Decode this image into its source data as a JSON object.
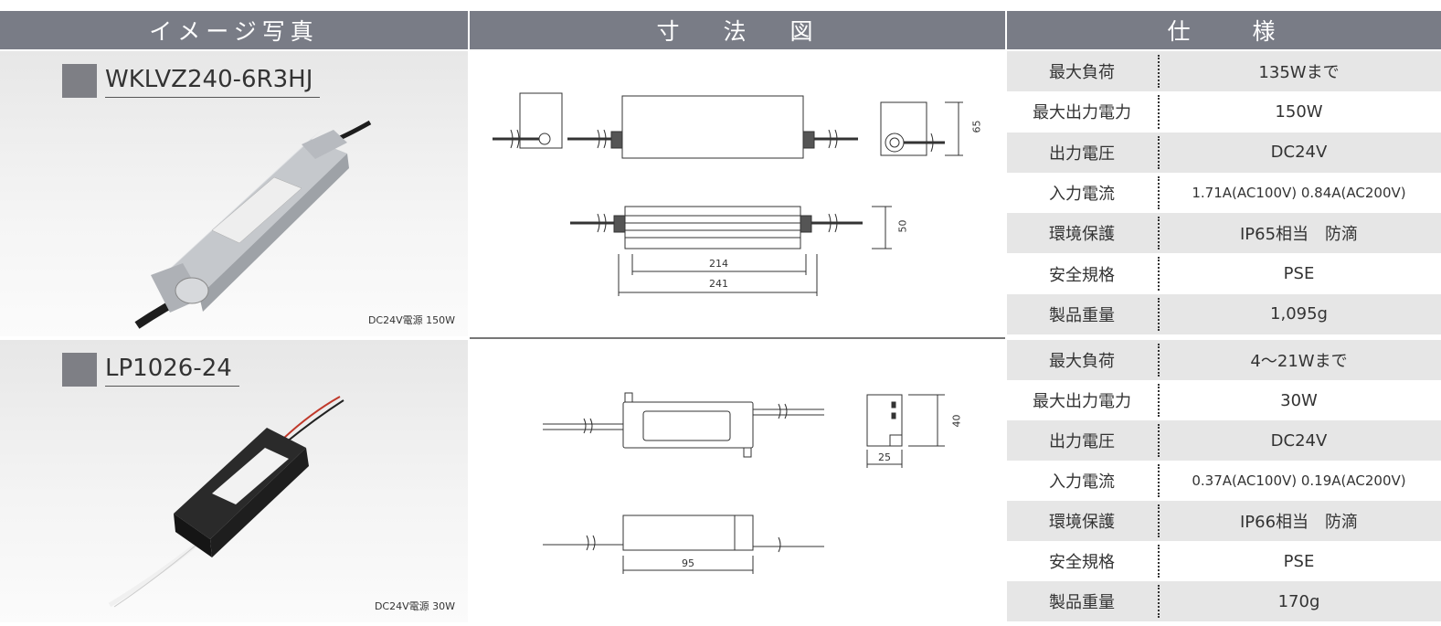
{
  "headers": {
    "image": "イメージ写真",
    "dimensions": "寸 法 図",
    "spec": "仕　　様"
  },
  "products": [
    {
      "model": "WKLVZ240-6R3HJ",
      "caption": "DC24V電源 150W",
      "dims": {
        "h1": "65",
        "h2": "50",
        "w1": "214",
        "w2": "241"
      },
      "specs": [
        {
          "label": "最大負荷",
          "value": "135Wまで"
        },
        {
          "label": "最大出力電力",
          "value": "150W"
        },
        {
          "label": "出力電圧",
          "value": "DC24V"
        },
        {
          "label": "入力電流",
          "value": "1.71A(AC100V)  0.84A(AC200V)"
        },
        {
          "label": "環境保護",
          "value": "IP65相当　防滴"
        },
        {
          "label": "安全規格",
          "value": "PSE"
        },
        {
          "label": "製品重量",
          "value": "1,095g"
        }
      ]
    },
    {
      "model": "LP1026-24",
      "caption": "DC24V電源 30W",
      "dims": {
        "h1": "40",
        "w1": "25",
        "w2": "95"
      },
      "specs": [
        {
          "label": "最大負荷",
          "value": "4〜21Wまで"
        },
        {
          "label": "最大出力電力",
          "value": "30W"
        },
        {
          "label": "出力電圧",
          "value": "DC24V"
        },
        {
          "label": "入力電流",
          "value": "0.37A(AC100V)  0.19A(AC200V)"
        },
        {
          "label": "環境保護",
          "value": "IP66相当　防滴"
        },
        {
          "label": "安全規格",
          "value": "PSE"
        },
        {
          "label": "製品重量",
          "value": "170g"
        }
      ]
    }
  ]
}
